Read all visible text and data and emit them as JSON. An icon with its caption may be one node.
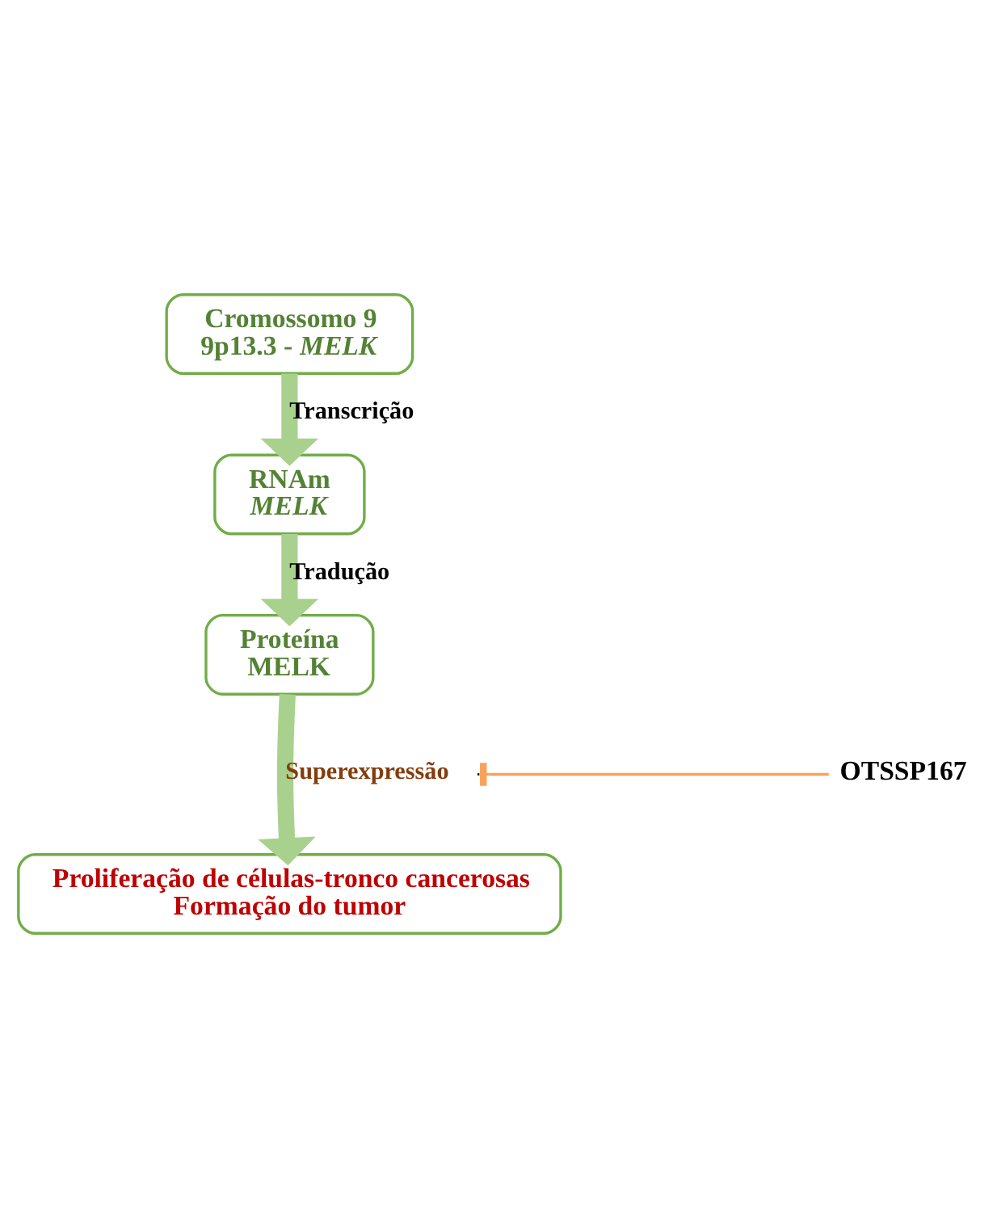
{
  "diagram": {
    "nodes": [
      {
        "text": [
          "Cromossomo 9",
          "9p13.3 - *MELK*"
        ]
      },
      {
        "text": [
          "RNAm",
          "MELK"
        ]
      },
      {
        "text": [
          "Proteína",
          "MELK"
        ]
      },
      {
        "text": [
          "OTSSP167"
        ]
      },
      {
        "text": [
          "Proliferação de células-tronco cancerosas",
          "Formação do tumor"
        ]
      }
    ],
    "edges": [
      {
        "from": 0,
        "to": 1,
        "arrow": "to",
        "label": "Transcrição"
      },
      {
        "from": 1,
        "to": 2,
        "arrow": "to",
        "label": "Tradução"
      },
      {
        "from": 2,
        "to": 4,
        "arrow": "to",
        "label": "Superexpressão"
      },
      {
        "from": 3,
        "to": null,
        "arrow": "other",
        "color": "#f8a35a"
      }
    ]
  }
}
